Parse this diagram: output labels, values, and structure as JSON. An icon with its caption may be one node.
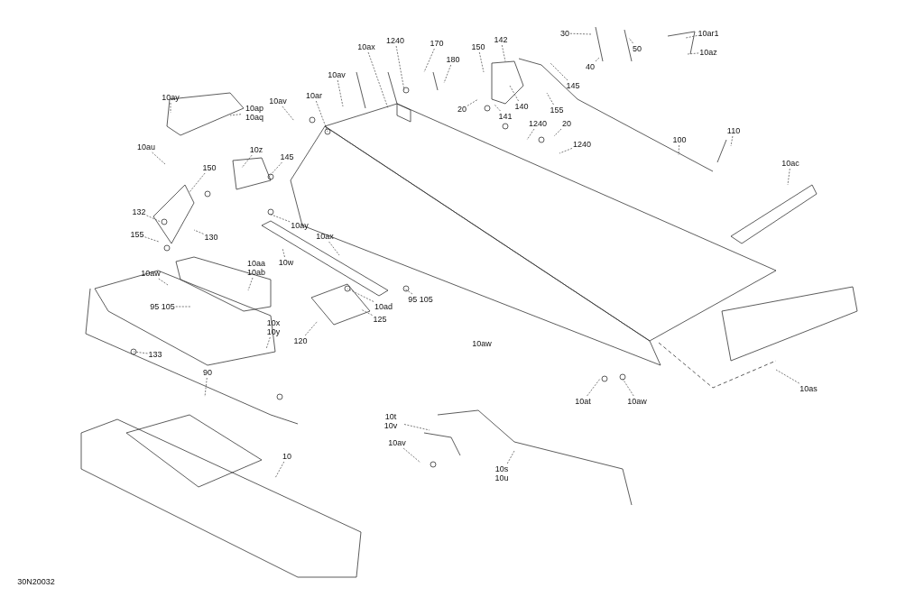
{
  "diagram": {
    "nodes": [
      {
        "text": [
          "10ay"
        ]
      },
      {
        "text": [
          "10ap 10aq"
        ]
      },
      {
        "text": [
          "10au"
        ]
      },
      {
        "text": [
          "10z"
        ]
      },
      {
        "text": [
          "150"
        ]
      },
      {
        "text": [
          "145"
        ]
      },
      {
        "text": [
          "132"
        ]
      },
      {
        "text": [
          "155"
        ]
      },
      {
        "text": [
          "130"
        ]
      },
      {
        "text": [
          "10ax"
        ]
      },
      {
        "text": [
          "1240"
        ]
      },
      {
        "text": [
          "10av"
        ]
      },
      {
        "text": [
          "10ar"
        ]
      },
      {
        "text": [
          "10av"
        ]
      },
      {
        "text": [
          "10ay"
        ]
      },
      {
        "text": [
          "10ax"
        ]
      },
      {
        "text": [
          "170"
        ]
      },
      {
        "text": [
          "180"
        ]
      },
      {
        "text": [
          "150"
        ]
      },
      {
        "text": [
          "142"
        ]
      },
      {
        "text": [
          "30"
        ]
      },
      {
        "text": [
          "50"
        ]
      },
      {
        "text": [
          "40"
        ]
      },
      {
        "text": [
          "10ar1"
        ]
      },
      {
        "text": [
          "10az"
        ]
      },
      {
        "text": [
          "145"
        ]
      },
      {
        "text": [
          "20"
        ]
      },
      {
        "text": [
          "140"
        ]
      },
      {
        "text": [
          "155"
        ]
      },
      {
        "text": [
          "141"
        ]
      },
      {
        "text": [
          "1240"
        ]
      },
      {
        "text": [
          "20"
        ]
      },
      {
        "text": [
          "1240"
        ]
      },
      {
        "text": [
          "100"
        ]
      },
      {
        "text": [
          "110"
        ]
      },
      {
        "text": [
          "10ac"
        ]
      },
      {
        "text": [
          "10aa 10ab"
        ]
      },
      {
        "text": [
          "10w"
        ]
      },
      {
        "text": [
          "10aw"
        ]
      },
      {
        "text": [
          "95 105"
        ]
      },
      {
        "text": [
          "10ad"
        ]
      },
      {
        "text": [
          "95 105"
        ]
      },
      {
        "text": [
          "125"
        ]
      },
      {
        "text": [
          "120"
        ]
      },
      {
        "text": [
          "10x 10y"
        ]
      },
      {
        "text": [
          "133"
        ]
      },
      {
        "text": [
          "90"
        ]
      },
      {
        "text": [
          "10at"
        ]
      },
      {
        "text": [
          "10aw"
        ]
      },
      {
        "text": [
          "10as"
        ]
      },
      {
        "text": [
          "10t 10v"
        ]
      },
      {
        "text": [
          "10av"
        ]
      },
      {
        "text": [
          "10s 10u"
        ]
      },
      {
        "text": [
          "10"
        ]
      }
    ],
    "edges": [
      {
        "from": 0,
        "to": null,
        "arrow": "none"
      },
      {
        "from": 1,
        "to": null,
        "arrow": "none"
      },
      {
        "from": 2,
        "to": null,
        "arrow": "none"
      },
      {
        "from": 3,
        "to": null,
        "arrow": "none"
      },
      {
        "from": 4,
        "to": null,
        "arrow": "none"
      },
      {
        "from": 5,
        "to": null,
        "arrow": "none"
      },
      {
        "from": 6,
        "to": null,
        "arrow": "none"
      },
      {
        "from": 7,
        "to": null,
        "arrow": "none"
      },
      {
        "from": 8,
        "to": null,
        "arrow": "none"
      },
      {
        "from": 9,
        "to": null,
        "arrow": "none"
      },
      {
        "from": 10,
        "to": null,
        "arrow": "none"
      },
      {
        "from": 11,
        "to": null,
        "arrow": "none"
      },
      {
        "from": 12,
        "to": null,
        "arrow": "none"
      },
      {
        "from": 13,
        "to": null,
        "arrow": "none"
      },
      {
        "from": 14,
        "to": null,
        "arrow": "none"
      },
      {
        "from": 15,
        "to": null,
        "arrow": "none"
      },
      {
        "from": 16,
        "to": null,
        "arrow": "none"
      },
      {
        "from": 17,
        "to": null,
        "arrow": "none"
      },
      {
        "from": 18,
        "to": null,
        "arrow": "none"
      },
      {
        "from": 19,
        "to": null,
        "arrow": "none"
      },
      {
        "from": 20,
        "to": null,
        "arrow": "none"
      },
      {
        "from": 21,
        "to": null,
        "arrow": "none"
      },
      {
        "from": 22,
        "to": null,
        "arrow": "none"
      },
      {
        "from": 23,
        "to": null,
        "arrow": "none"
      },
      {
        "from": 24,
        "to": null,
        "arrow": "none"
      },
      {
        "from": 25,
        "to": null,
        "arrow": "none"
      },
      {
        "from": 26,
        "to": null,
        "arrow": "none"
      },
      {
        "from": 27,
        "to": null,
        "arrow": "none"
      },
      {
        "from": 28,
        "to": null,
        "arrow": "none"
      },
      {
        "from": 29,
        "to": null,
        "arrow": "none"
      },
      {
        "from": 30,
        "to": null,
        "arrow": "none"
      },
      {
        "from": 31,
        "to": null,
        "arrow": "none"
      },
      {
        "from": 32,
        "to": null,
        "arrow": "none"
      },
      {
        "from": 33,
        "to": null,
        "arrow": "none"
      },
      {
        "from": 34,
        "to": null,
        "arrow": "none"
      },
      {
        "from": 35,
        "to": null,
        "arrow": "none"
      },
      {
        "from": 36,
        "to": null,
        "arrow": "none"
      },
      {
        "from": 37,
        "to": null,
        "arrow": "none"
      },
      {
        "from": 38,
        "to": null,
        "arrow": "none"
      },
      {
        "from": 39,
        "to": null,
        "arrow": "none"
      },
      {
        "from": 40,
        "to": null,
        "arrow": "none"
      },
      {
        "from": 41,
        "to": null,
        "arrow": "none"
      },
      {
        "from": 42,
        "to": null,
        "arrow": "none"
      },
      {
        "from": 43,
        "to": null,
        "arrow": "none"
      },
      {
        "from": 44,
        "to": null,
        "arrow": "none"
      },
      {
        "from": 45,
        "to": null,
        "arrow": "none"
      },
      {
        "from": 46,
        "to": null,
        "arrow": "none"
      },
      {
        "from": 47,
        "to": null,
        "arrow": "none"
      },
      {
        "from": 48,
        "to": null,
        "arrow": "none"
      },
      {
        "from": 49,
        "to": null,
        "arrow": "none"
      },
      {
        "from": 50,
        "to": null,
        "arrow": "none"
      },
      {
        "from": 51,
        "to": null,
        "arrow": "none"
      },
      {
        "from": 52,
        "to": null,
        "arrow": "none"
      },
      {
        "from": 53,
        "to": null,
        "arrow": "none"
      }
    ],
    "labels": [
      "10aw",
      "30N20032"
    ]
  }
}
